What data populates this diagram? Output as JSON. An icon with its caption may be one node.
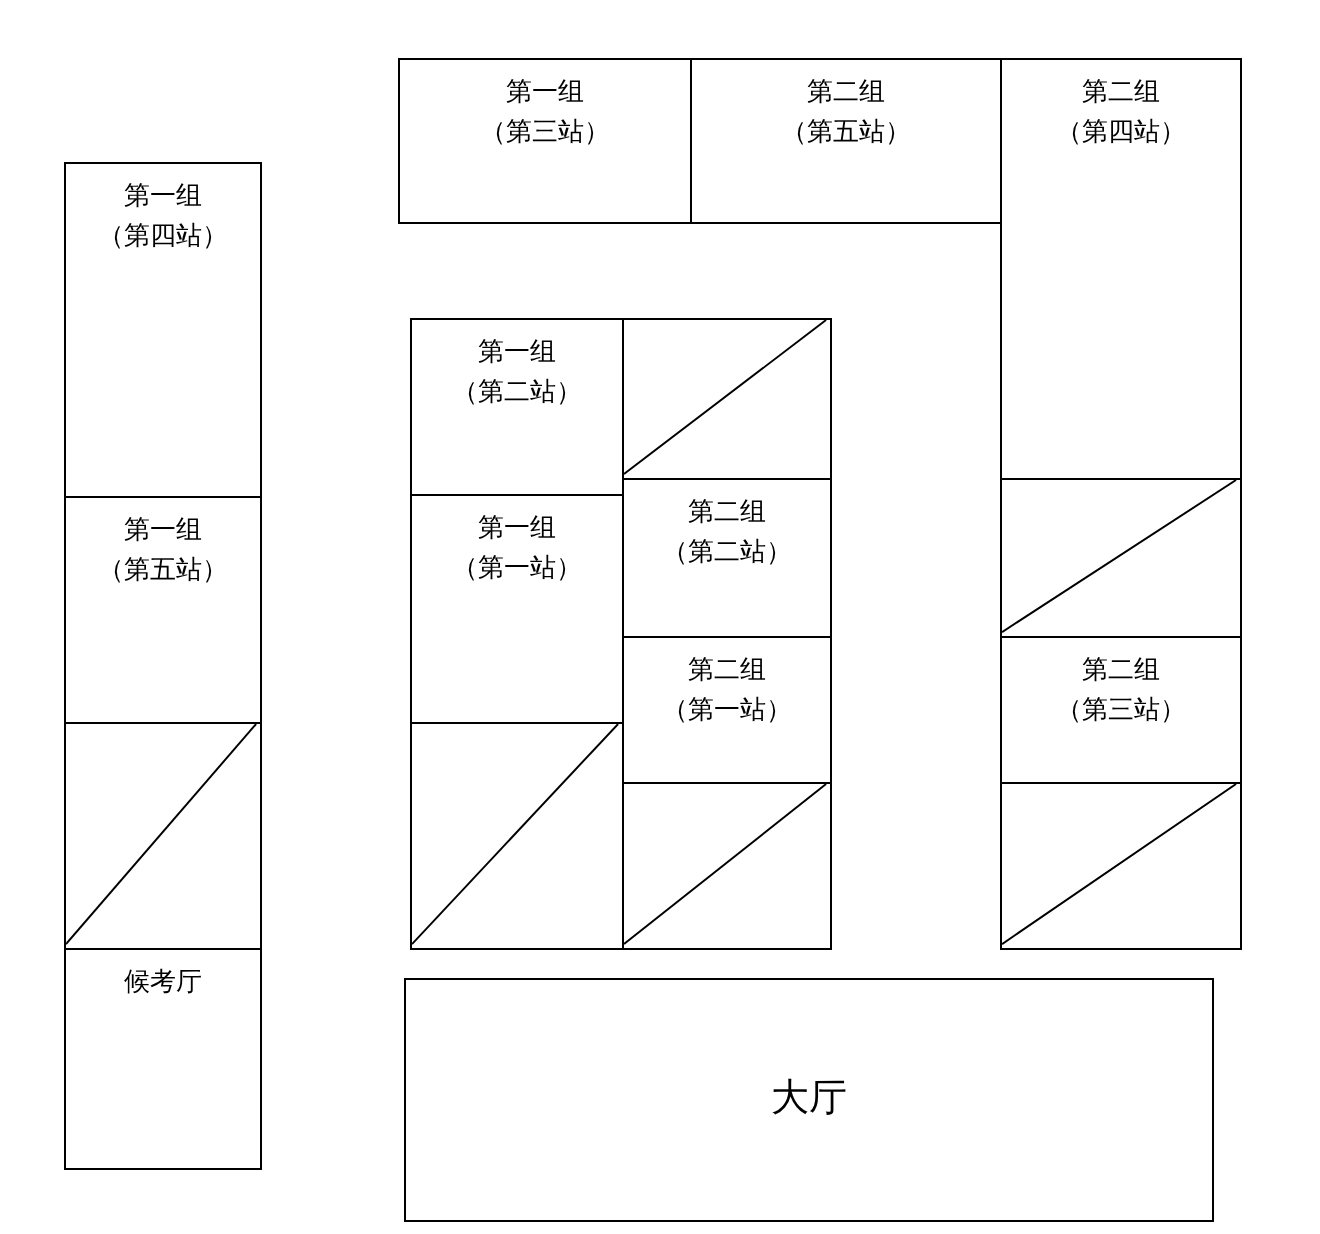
{
  "diagram": {
    "nodes": [
      {
        "text": [
          "第一组",
          "（第三站）"
        ]
      },
      {
        "text": [
          "第二组",
          "（第五站）"
        ]
      },
      {
        "text": [
          "第二组",
          "（第四站）"
        ]
      },
      {
        "text": [
          "第一组",
          "（第四站）"
        ]
      },
      {
        "text": [
          "第一组",
          "（第二站）"
        ]
      },
      {
        "text": [],
        "shape": "box"
      },
      {
        "text": [],
        "shape": "box"
      },
      {
        "text": [
          "第二组",
          "（第二站）"
        ]
      },
      {
        "text": [
          "第一组",
          "（第一站）"
        ]
      },
      {
        "text": [
          "第一组",
          "（第五站）"
        ]
      },
      {
        "text": [
          "第二组",
          "（第一站）"
        ]
      },
      {
        "text": [
          "第二组",
          "（第三站）"
        ]
      },
      {
        "text": [],
        "shape": "box"
      },
      {
        "text": [],
        "shape": "box"
      },
      {
        "text": [],
        "shape": "box"
      },
      {
        "text": [],
        "shape": "box"
      },
      {
        "text": [
          "候考厅"
        ]
      },
      {
        "text": [
          "大厅"
        ]
      }
    ]
  }
}
